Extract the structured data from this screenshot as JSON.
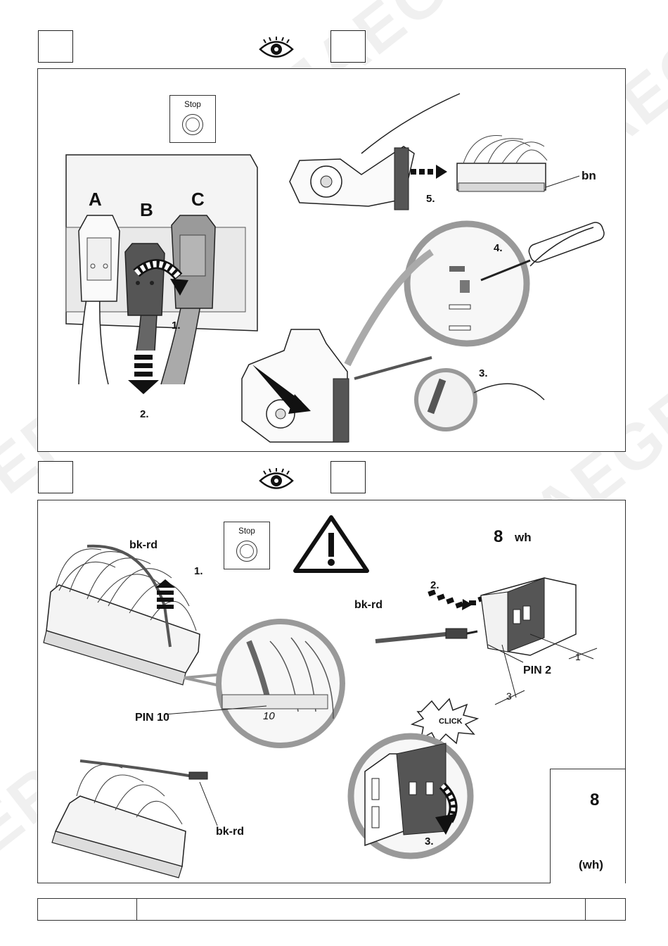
{
  "top": {
    "labels": {
      "a": "A",
      "b": "B",
      "c": "C",
      "step1": "1.",
      "step2": "2.",
      "step3": "3.",
      "step4": "4.",
      "step5": "5.",
      "bn": "bn"
    },
    "stop_label": "Stop"
  },
  "bottom": {
    "stop_label": "Stop",
    "labels": {
      "bkrd_top": "bk-rd",
      "step1": "1.",
      "bkrd_plug": "bk-rd",
      "step2": "2.",
      "eight": "8",
      "wh": "wh",
      "pin2": "PIN 2",
      "num1": "1",
      "num3": "3",
      "pin10": "PIN 10",
      "ten": "10",
      "click": "CLICK",
      "step3": "3.",
      "bkrd_bottom": "bk-rd"
    },
    "info": {
      "number": "8",
      "color": "(wh)"
    }
  },
  "watermark": "ERICH JAEGER",
  "colors": {
    "line": "#222222",
    "dark_wire": "#555555",
    "grey_fill": "#9a9a9a",
    "light_fill": "#e6e6e6"
  }
}
